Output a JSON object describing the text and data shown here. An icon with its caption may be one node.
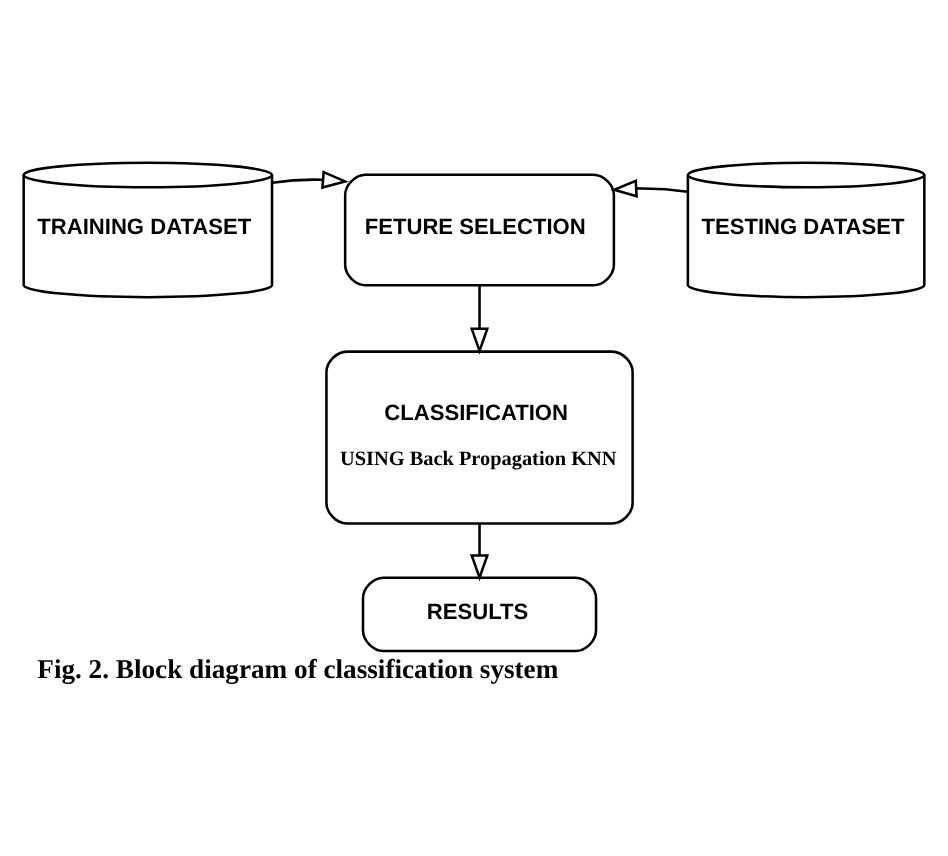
{
  "diagram": {
    "caption": "Fig. 2. Block diagram of classification system",
    "nodes": [
      {
        "text": [
          "TRAINING DATASET"
        ]
      },
      {
        "text": [
          "FETURE SELECTION"
        ]
      },
      {
        "text": [
          "TESTING DATASET"
        ]
      },
      {
        "text": [
          "CLASSIFICATION",
          "USING Back Propagation KNN"
        ]
      },
      {
        "text": [
          "RESULTS"
        ]
      }
    ],
    "edges": [
      {
        "from": 0,
        "to": 1,
        "arrow": "to"
      },
      {
        "from": 2,
        "to": 1,
        "arrow": "to"
      },
      {
        "from": 1,
        "to": 3,
        "arrow": "to"
      },
      {
        "from": 3,
        "to": 4,
        "arrow": "to"
      }
    ]
  }
}
